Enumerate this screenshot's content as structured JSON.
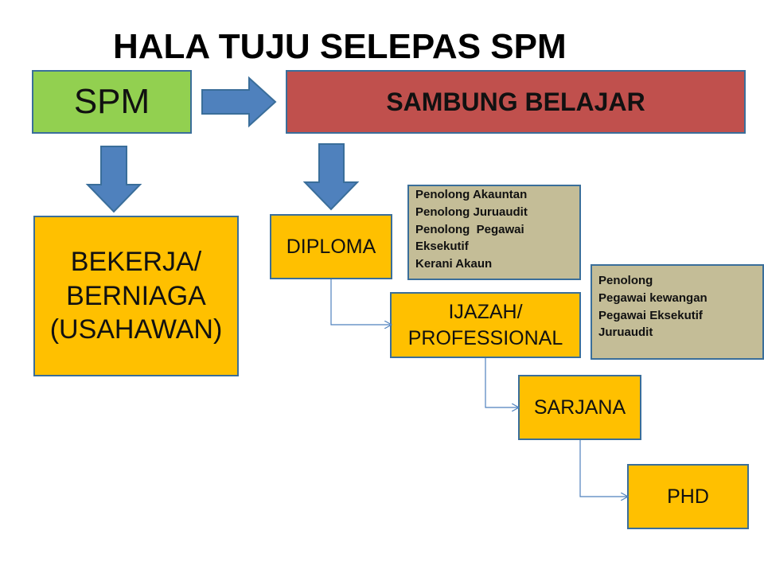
{
  "title": "HALA TUJU SELEPAS SPM",
  "boxes": {
    "spm": "SPM",
    "sambung": "SAMBUNG BELAJAR",
    "bekerja": [
      "BEKERJA/",
      "BERNIAGA",
      "(USAHAWAN)"
    ],
    "diploma": "DIPLOMA",
    "ijazah": [
      "IJAZAH/",
      "PROFESSIONAL"
    ],
    "sarjana": "SARJANA",
    "phd": "PHD"
  },
  "notes": {
    "diploma_jobs": [
      "Penolong Akauntan",
      "Penolong Juruaudit",
      "Penolong  Pegawai",
      "Eksekutif",
      "Kerani Akaun"
    ],
    "ijazah_jobs": [
      "Penolong",
      "Pegawai kewangan",
      "Pegawai Eksekutif",
      "Juruaudit"
    ]
  },
  "colors": {
    "spm_fill": "#92d050",
    "sambung_fill": "#c0504d",
    "path_fill": "#ffc000",
    "note_fill": "#c4bd97",
    "arrow_fill": "#4f81bd",
    "border": "#3a6e9a"
  }
}
